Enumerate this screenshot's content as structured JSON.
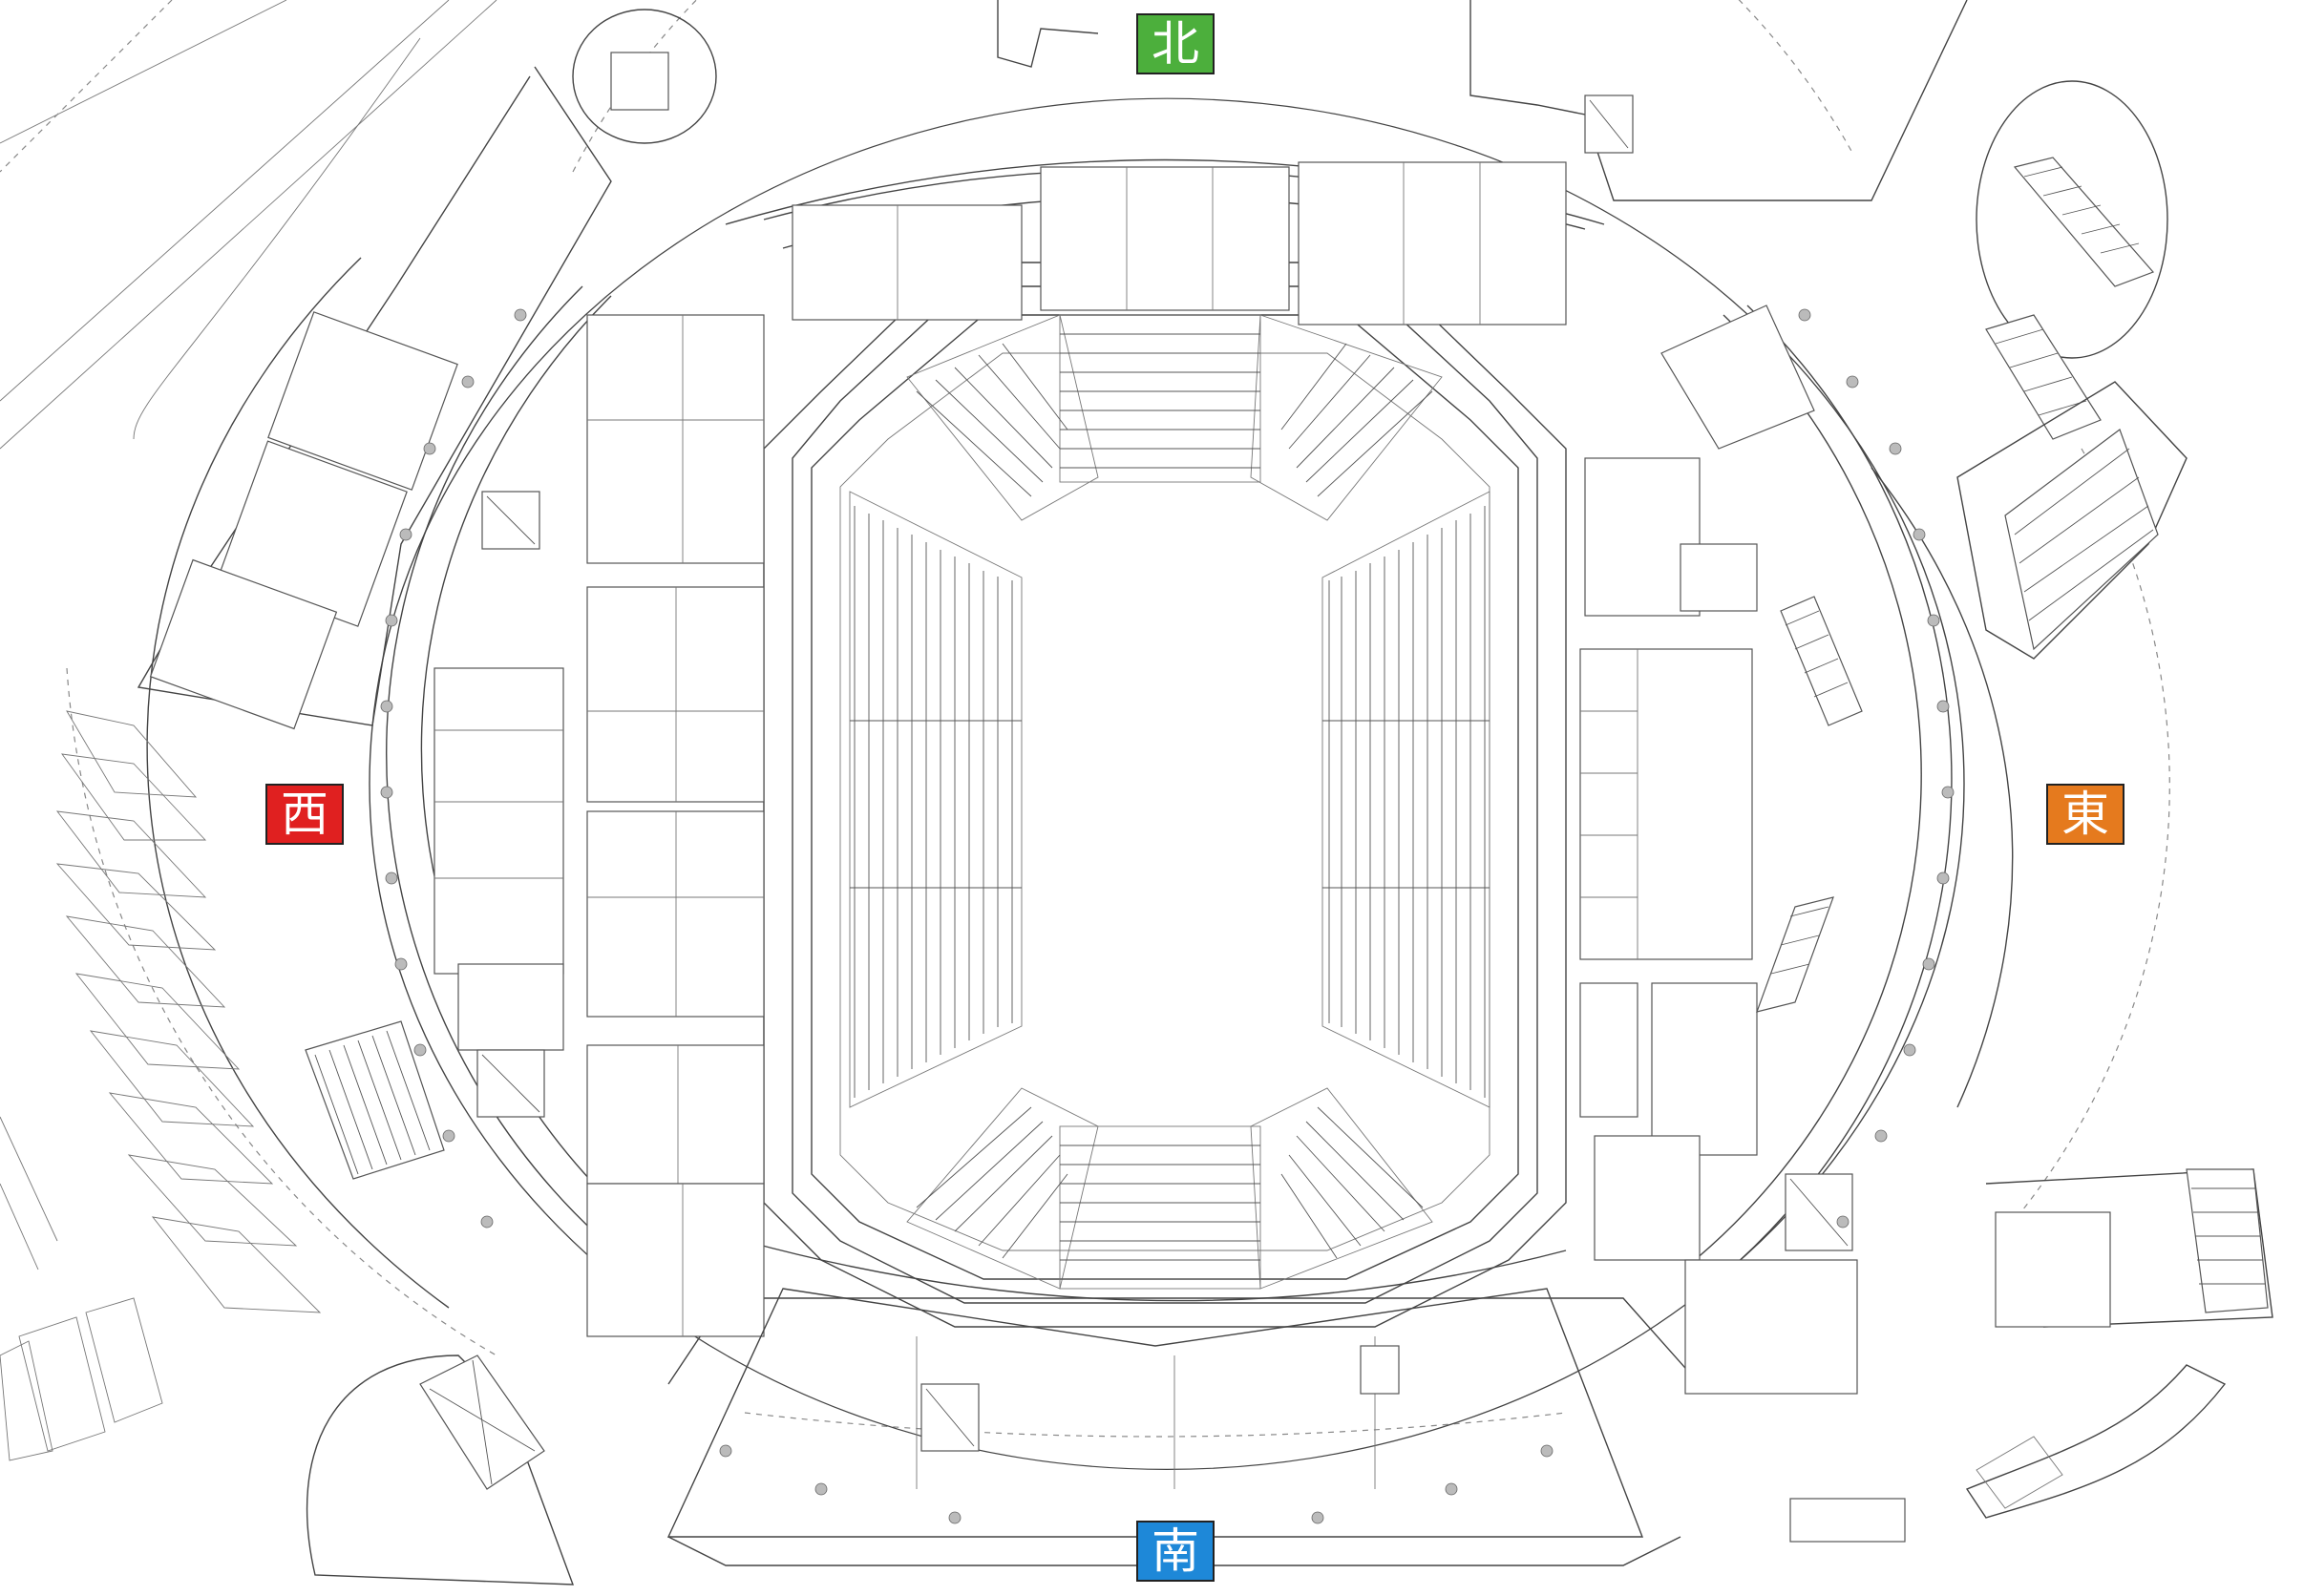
{
  "compass": {
    "north": {
      "label": "北",
      "color": "#4caf3c"
    },
    "east": {
      "label": "東",
      "color": "#e57a1e"
    },
    "south": {
      "label": "南",
      "color": "#1e88d8"
    },
    "west": {
      "label": "西",
      "color": "#e02020"
    }
  }
}
